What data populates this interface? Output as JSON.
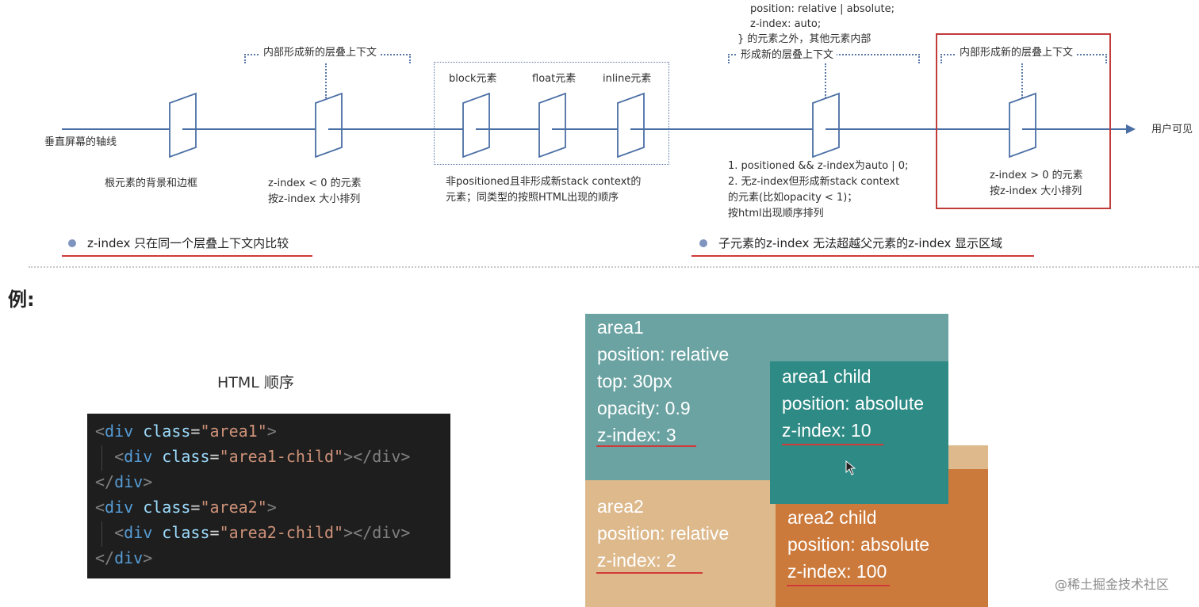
{
  "axis": {
    "left_label": "垂直屏幕的轴线",
    "right_label": "用户可见"
  },
  "layers": {
    "root": {
      "label": "根元素的背景和边框"
    },
    "negative": {
      "top_note": "内部形成新的层叠上下文",
      "label_line1": "z-index < 0 的元素",
      "label_line2": "按z-index 大小排列"
    },
    "normal": {
      "block": "block元素",
      "float": "float元素",
      "inline": "inline元素",
      "label_line1": "非positioned且非形成新stack context的",
      "label_line2": "元素；同类型的按照HTML出现的顺序"
    },
    "positioned": {
      "top_line1": "position: relative | absolute;",
      "top_line2": "z-index: auto;",
      "top_line3": "} 的元素之外，其他元素内部",
      "top_line4": "形成新的层叠上下文",
      "label_line1": "1. positioned && z-index为auto | 0;",
      "label_line2": "2. 无z-index但形成新stack context",
      "label_line3": "的元素(比如opacity < 1)；",
      "label_line4": "按html出现顺序排列"
    },
    "positive": {
      "top_note": "内部形成新的层叠上下文",
      "label_line1": "z-index > 0 的元素",
      "label_line2": "按z-index 大小排列"
    }
  },
  "bullets": {
    "left": "z-index  只在同一个层叠上下文内比较",
    "right": "子元素的z-index 无法超越父元素的z-index 显示区域"
  },
  "example": {
    "title": "例:",
    "html_order_label": "HTML 顺序",
    "code_lines": [
      {
        "indent": "",
        "open": "<",
        "tag": "div",
        "attr": " class",
        "eq": "=",
        "str": "\"area1\"",
        "close": ">"
      },
      {
        "indent": "  ",
        "open": "<",
        "tag": "div",
        "attr": " class",
        "eq": "=",
        "str": "\"area1-child\"",
        "close": "></div>"
      },
      {
        "indent": "",
        "open": "</",
        "tag": "div",
        "attr": "",
        "eq": "",
        "str": "",
        "close": ">"
      },
      {
        "indent": "",
        "open": "<",
        "tag": "div",
        "attr": " class",
        "eq": "=",
        "str": "\"area2\"",
        "close": ">"
      },
      {
        "indent": "  ",
        "open": "<",
        "tag": "div",
        "attr": " class",
        "eq": "=",
        "str": "\"area2-child\"",
        "close": "></div>"
      },
      {
        "indent": "",
        "open": "</",
        "tag": "div",
        "attr": "",
        "eq": "",
        "str": "",
        "close": ">"
      }
    ],
    "area1": [
      "area1",
      "position: relative",
      "top: 30px",
      "opacity: 0.9",
      "z-index: 3"
    ],
    "area1_child": [
      "area1 child",
      "position: absolute",
      "z-index: 10"
    ],
    "area2": [
      "area2",
      "position: relative",
      "z-index: 2"
    ],
    "area2_child": [
      "area2 child",
      "position: absolute",
      "z-index: 100"
    ],
    "colors": {
      "area1": "#6aa3a2",
      "area1_child": "#2e8a85",
      "area2": "#ddb98c",
      "area2_child": "#cc7a3c",
      "highlight_box": "#c23b3b"
    }
  },
  "watermark": "@稀土掘金技术社区"
}
